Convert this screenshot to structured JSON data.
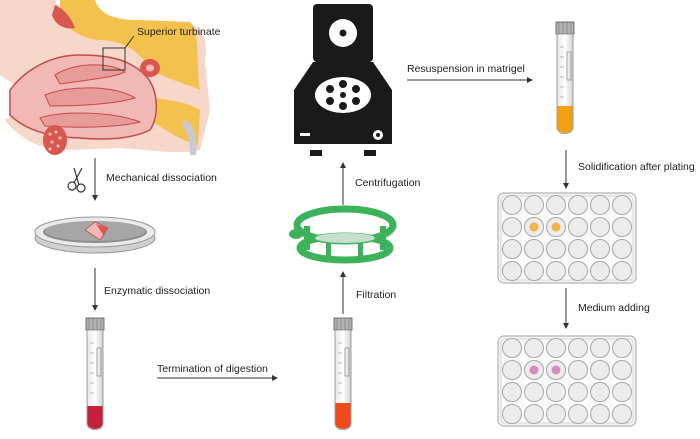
{
  "labels": {
    "superior_turbinate": "Superior turbinate",
    "mechanical_dissociation": "Mechanical dissociation",
    "enzymatic_dissociation": "Enzymatic dissociation",
    "termination_of_digestion": "Termination of digestion",
    "filtration": "Filtration",
    "centrifugation": "Centrifugation",
    "resuspension_in_matrigel": "Resuspension in matrigel",
    "solidification_after_plating": "Solidification after plating",
    "medium_adding": "Medium adding"
  },
  "colors": {
    "tissue_pink": "#f2b8b5",
    "bone_yellow": "#f2c14e",
    "tissue_red": "#d9574f",
    "digest_red": "#c8203a",
    "terminated_orange": "#ee4a1a",
    "matrigel_orange": "#f0a010",
    "filter_green": "#3cb35a",
    "centrifuge_black": "#1a1a1a",
    "dome_orange": "#f4b24a",
    "dome_pink": "#d98ab8"
  },
  "icons": [
    "nasal-cavity-icon",
    "scissors-icon",
    "petri-dish-icon",
    "tube-icon",
    "filter-icon",
    "centrifuge-icon",
    "well-plate-icon"
  ]
}
